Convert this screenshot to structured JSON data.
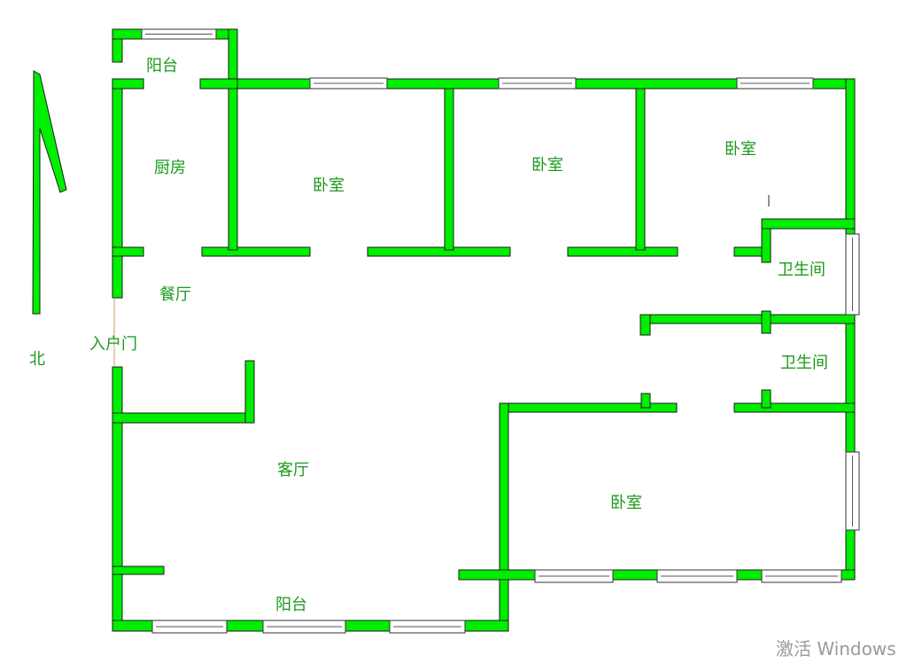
{
  "plan": {
    "colors": {
      "wall": "#00ee00",
      "wall_outline": "#1a1a1a",
      "label": "#1a9a1a"
    },
    "labels": {
      "north": "北",
      "entrance": "入户门",
      "balcony_top": "阳台",
      "kitchen": "厨房",
      "bedroom_1": "卧室",
      "bedroom_2": "卧室",
      "bedroom_3": "卧室",
      "dining": "餐厅",
      "bathroom_1": "卫生间",
      "bathroom_2": "卫生间",
      "living": "客厅",
      "bedroom_4": "卧室",
      "balcony_bottom": "阳台"
    }
  },
  "watermark": {
    "text": "激活 Windows"
  }
}
